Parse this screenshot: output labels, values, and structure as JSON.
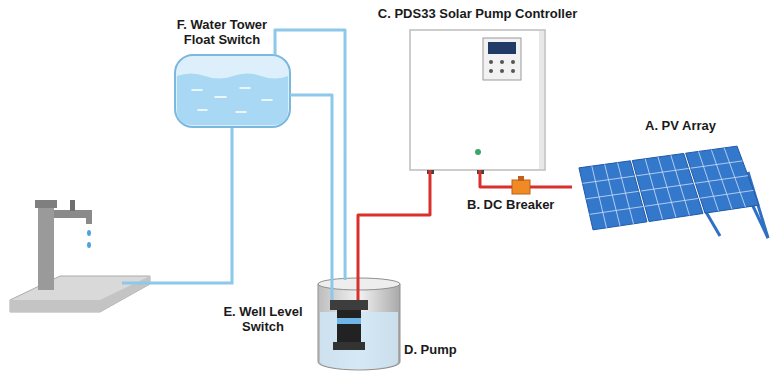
{
  "diagram": {
    "nodes": [
      {
        "text": [
          "C. PDS33 Solar Pump Controller"
        ]
      },
      {
        "text": [
          "F. Water Tower Float Switch"
        ]
      },
      {
        "text": [
          "A. PV Array"
        ]
      },
      {
        "text": [
          "B. DC Breaker"
        ]
      },
      {
        "text": [
          "E. Well Level Switch"
        ]
      },
      {
        "text": [
          "D. Pump"
        ],
        "in": 4
      }
    ],
    "edges": [
      {
        "from": 2,
        "to": 3,
        "arrow": "none"
      },
      {
        "from": 3,
        "to": 0,
        "arrow": "none"
      },
      {
        "from": 0,
        "to": 5,
        "arrow": "none"
      },
      {
        "from": 5,
        "to": 1,
        "arrow": "none"
      },
      {
        "from": 1,
        "to": 4,
        "arrow": "none"
      }
    ]
  }
}
